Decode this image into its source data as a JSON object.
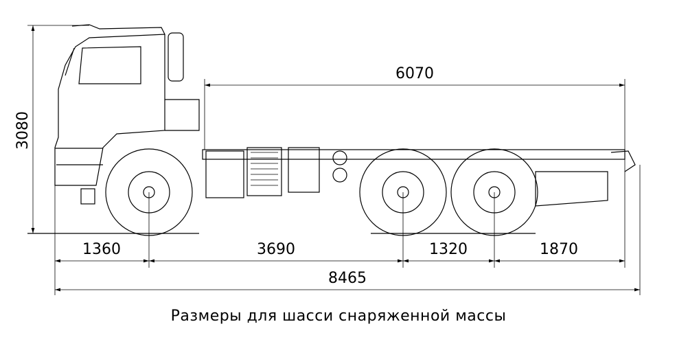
{
  "drawing": {
    "dimensions": {
      "height": "3080",
      "chassis_length": "6070",
      "front_overhang": "1360",
      "wheelbase_front": "3690",
      "rear_axle_spacing": "1320",
      "rear_overhang": "1870",
      "overall_length": "8465"
    },
    "caption": "Размеры для шасси снаряженной массы"
  }
}
